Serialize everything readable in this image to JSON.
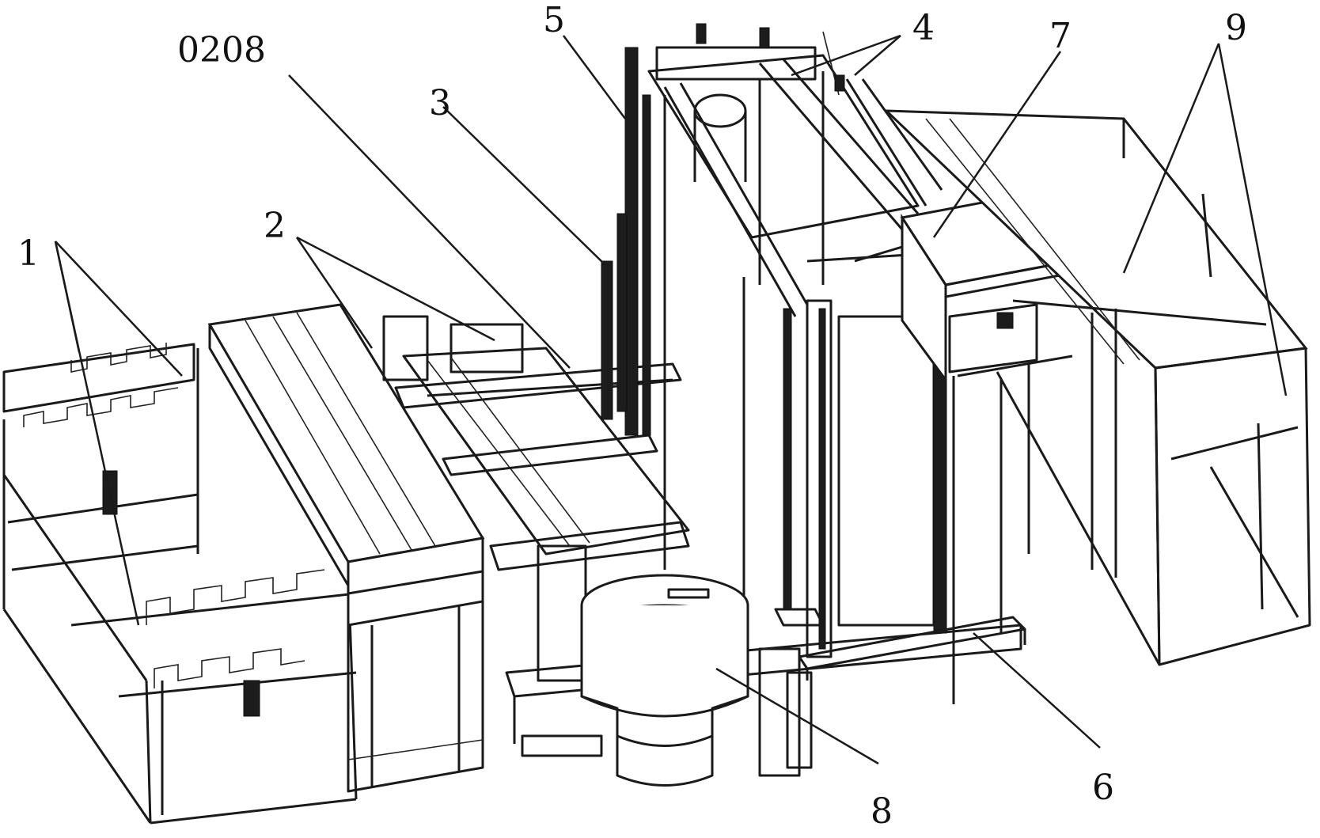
{
  "figure": {
    "labels": [
      {
        "id": "1",
        "text": "1"
      },
      {
        "id": "2",
        "text": "2"
      },
      {
        "id": "0208",
        "text": "0208"
      },
      {
        "id": "3",
        "text": "3"
      },
      {
        "id": "5",
        "text": "5"
      },
      {
        "id": "4",
        "text": "4"
      },
      {
        "id": "7",
        "text": "7"
      },
      {
        "id": "9",
        "text": "9"
      },
      {
        "id": "6",
        "text": "6"
      },
      {
        "id": "8",
        "text": "8"
      }
    ]
  },
  "colors": {
    "line": "#1a1a1a",
    "background": "#ffffff"
  }
}
